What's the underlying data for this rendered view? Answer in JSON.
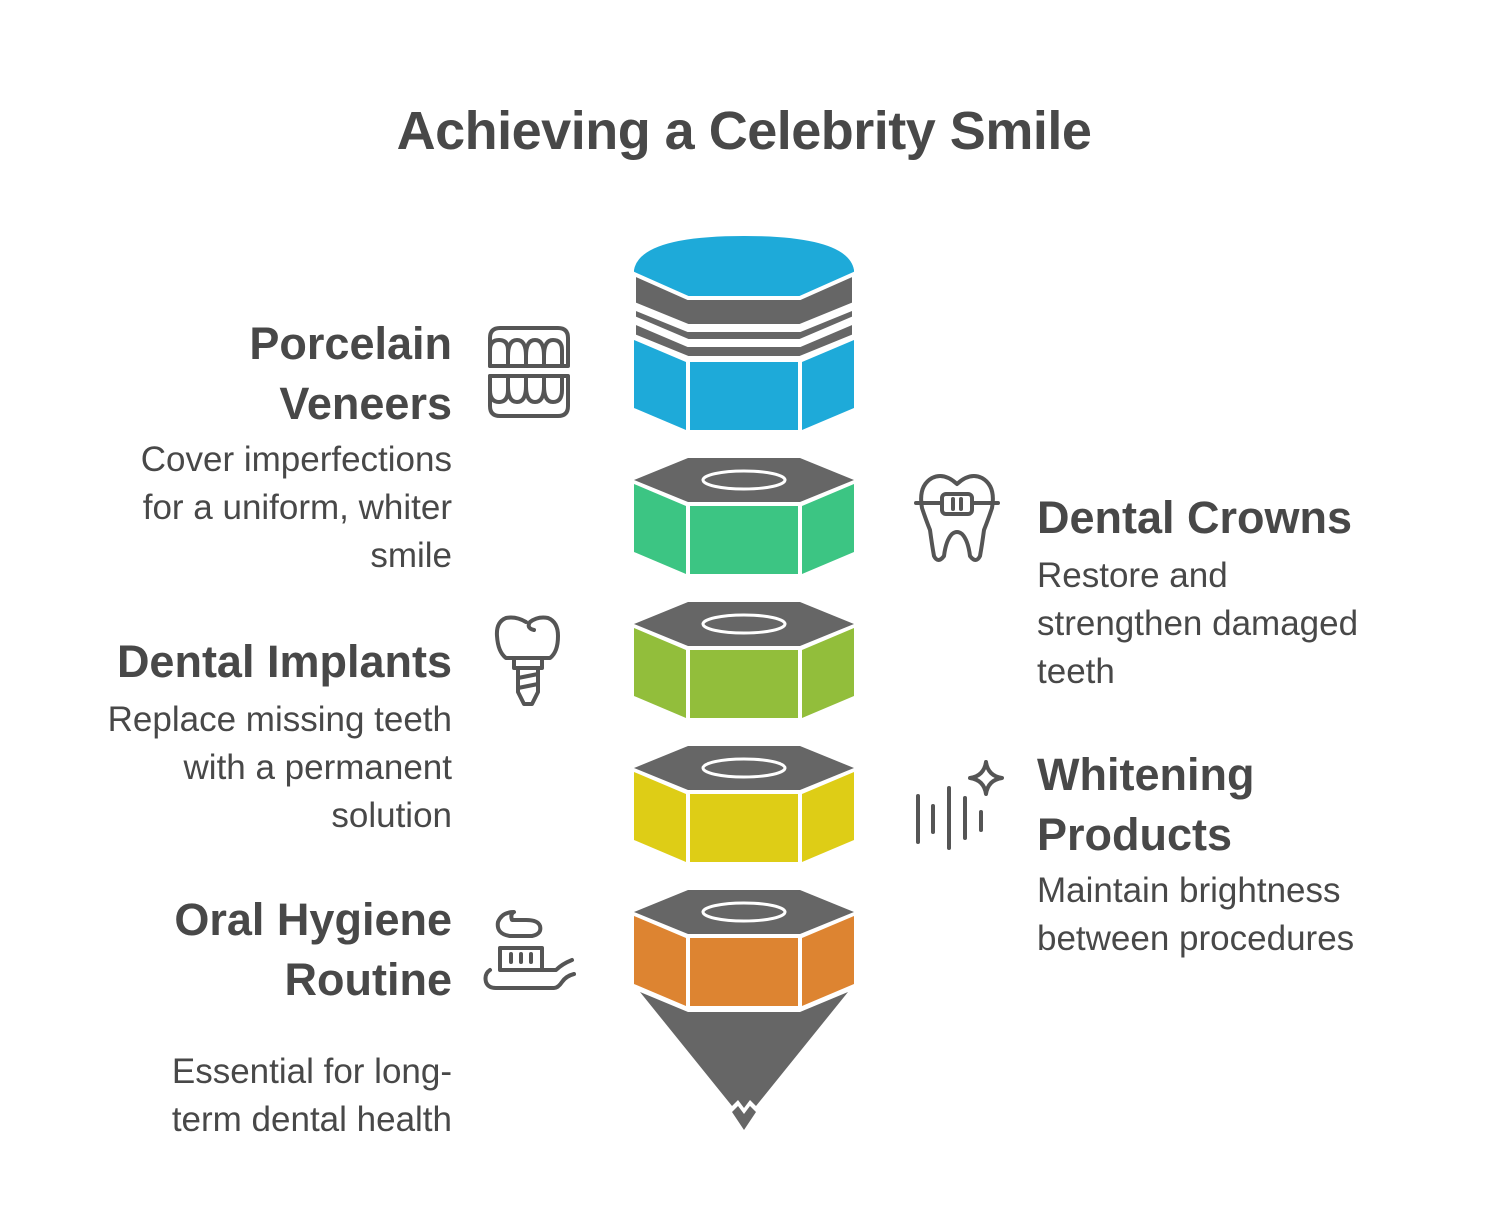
{
  "title": "Achieving a Celebrity Smile",
  "colors": {
    "text": "#484848",
    "layer_top": "#666666",
    "porcelain_veneers": "#1EAAD9",
    "dental_crowns": "#3CC583",
    "dental_implants": "#92BE3B",
    "whitening_products": "#DECD16",
    "oral_hygiene_routine": "#DD8431",
    "tip": "#666666"
  },
  "items": [
    {
      "heading_lines": [
        "Porcelain",
        "Veneers"
      ],
      "desc_lines": [
        "Cover imperfections",
        "for a uniform, whiter",
        "smile"
      ],
      "icon": "teeth-veneers-icon",
      "side": "left"
    },
    {
      "heading_lines": [
        "Dental Crowns"
      ],
      "desc_lines": [
        "Restore and",
        "strengthen damaged",
        "teeth"
      ],
      "icon": "tooth-braces-icon",
      "side": "right"
    },
    {
      "heading_lines": [
        "Dental Implants"
      ],
      "desc_lines": [
        "Replace missing teeth",
        "with a permanent",
        "solution"
      ],
      "icon": "dental-implant-icon",
      "side": "left"
    },
    {
      "heading_lines": [
        "Whitening",
        "Products"
      ],
      "desc_lines": [
        "Maintain brightness",
        "between procedures"
      ],
      "icon": "sparkle-shine-icon",
      "side": "right"
    },
    {
      "heading_lines": [
        "Oral Hygiene",
        "Routine"
      ],
      "desc_lines": [
        "Essential for long-",
        "term dental health"
      ],
      "icon": "toothbrush-paste-icon",
      "side": "left"
    }
  ]
}
